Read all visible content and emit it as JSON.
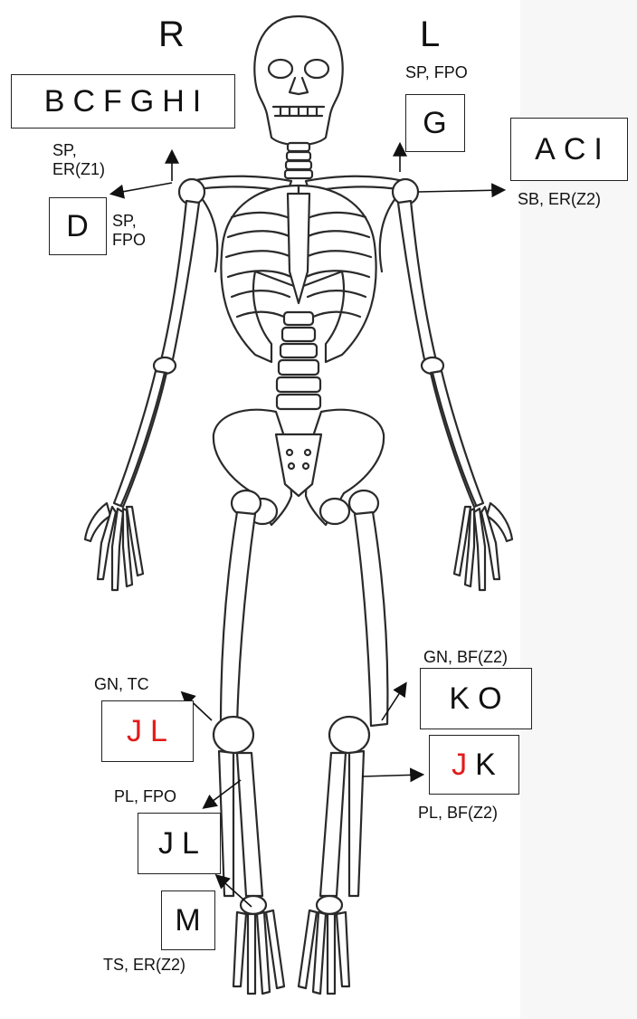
{
  "sides": {
    "right": "R",
    "left": "L"
  },
  "colors": {
    "highlight": "#e21b1b",
    "ink": "#111111",
    "bone_fill": "#ffffff",
    "bone_stroke": "#2a2a2a"
  },
  "boxes": [
    {
      "id": "right-shoulder-upper",
      "letters": [
        {
          "t": "B",
          "hl": false
        },
        {
          "t": "C",
          "hl": false
        },
        {
          "t": "F",
          "hl": false
        },
        {
          "t": "G",
          "hl": false
        },
        {
          "t": "H",
          "hl": false
        },
        {
          "t": "I",
          "hl": false
        }
      ]
    },
    {
      "id": "left-shoulder-upper",
      "letters": [
        {
          "t": "G",
          "hl": false
        }
      ]
    },
    {
      "id": "left-shoulder-lateral",
      "letters": [
        {
          "t": "A",
          "hl": false
        },
        {
          "t": "C",
          "hl": false
        },
        {
          "t": "I",
          "hl": false
        }
      ]
    },
    {
      "id": "right-shoulder-lower",
      "letters": [
        {
          "t": "D",
          "hl": false
        }
      ]
    },
    {
      "id": "right-knee-upper",
      "letters": [
        {
          "t": "J",
          "hl": true
        },
        {
          "t": "L",
          "hl": true
        }
      ]
    },
    {
      "id": "left-knee-upper",
      "letters": [
        {
          "t": "K",
          "hl": false
        },
        {
          "t": "O",
          "hl": false
        }
      ]
    },
    {
      "id": "left-knee-lower",
      "letters": [
        {
          "t": "J",
          "hl": true
        },
        {
          "t": "K",
          "hl": false
        }
      ]
    },
    {
      "id": "right-knee-lower",
      "letters": [
        {
          "t": "J",
          "hl": false
        },
        {
          "t": "L",
          "hl": false
        }
      ]
    },
    {
      "id": "right-foot",
      "letters": [
        {
          "t": "M",
          "hl": false
        }
      ]
    }
  ],
  "annotations": {
    "right_shoulder_er": "SP,\nER(Z1)",
    "right_shoulder_fpo": "SP,\nFPO",
    "left_shoulder_fpo": "SP, FPO",
    "left_shoulder_sb": "SB, ER(Z2)",
    "right_knee_gn": "GN, TC",
    "left_knee_gn": "GN, BF(Z2)",
    "right_knee_pl": "PL, FPO",
    "left_knee_pl": "PL, BF(Z2)",
    "right_foot_ts": "TS, ER(Z2)"
  }
}
